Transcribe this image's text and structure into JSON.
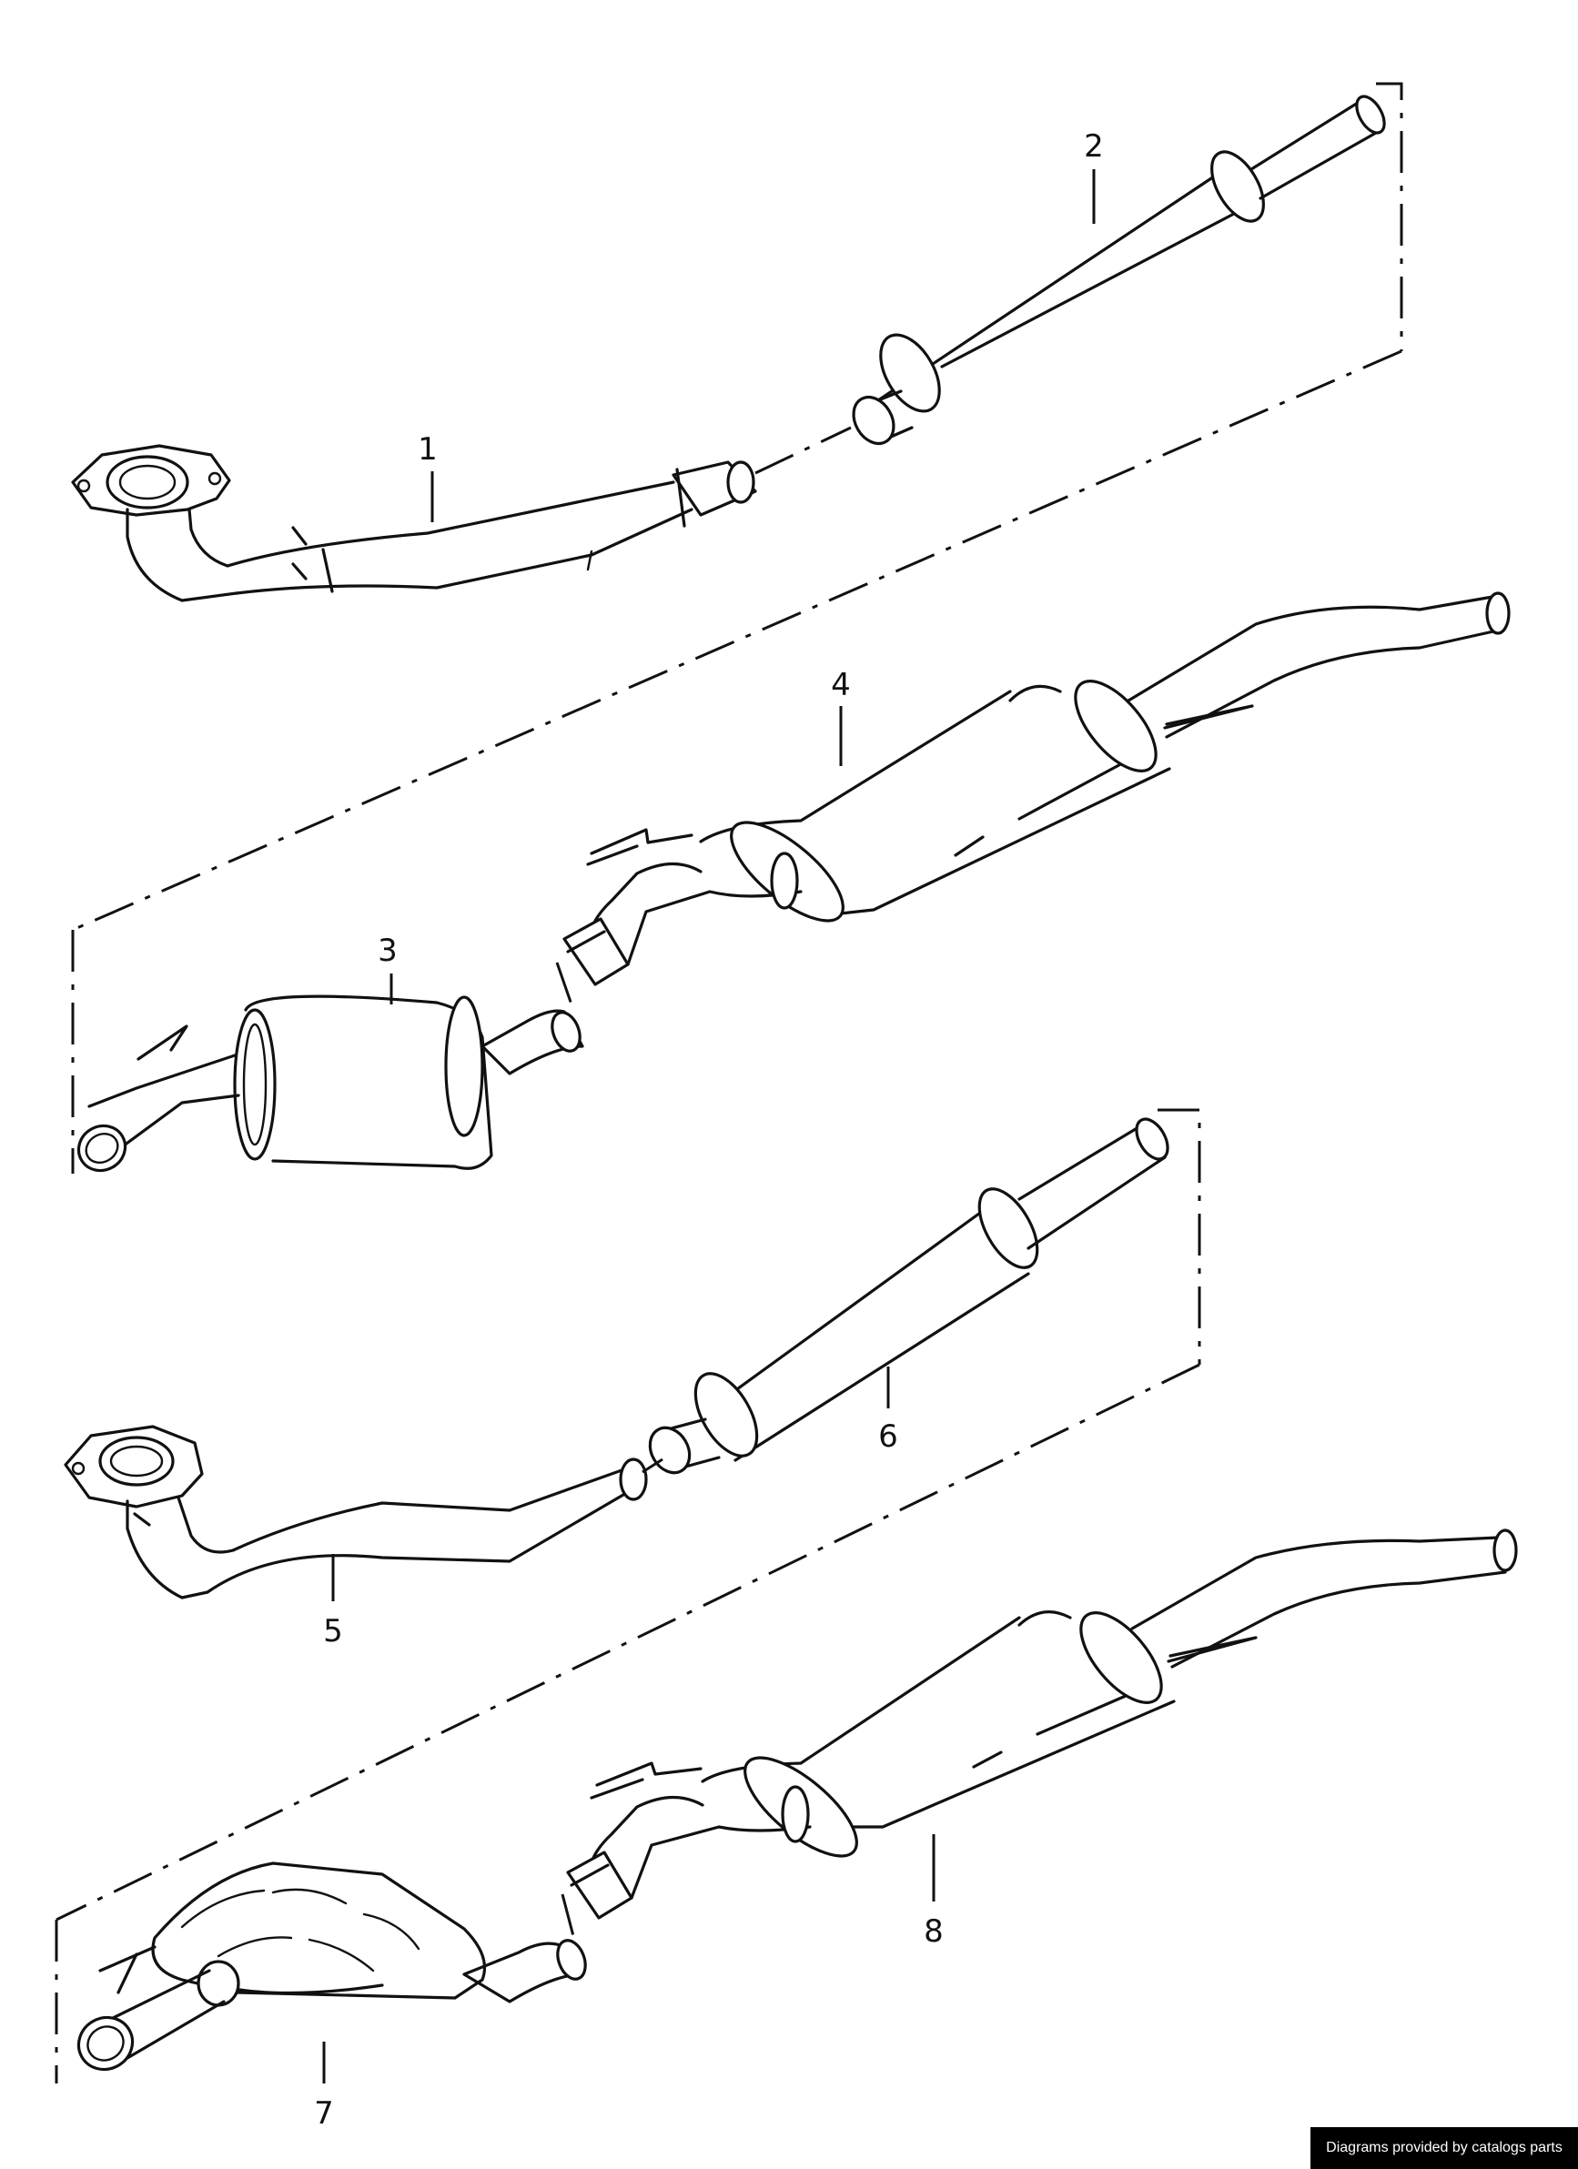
{
  "callouts": {
    "part_1": "1",
    "part_2": "2",
    "part_3": "3",
    "part_4": "4",
    "part_5": "5",
    "part_6": "6",
    "part_7": "7",
    "part_8": "8"
  },
  "footer": {
    "credit": "Diagrams provided by catalogs parts"
  }
}
